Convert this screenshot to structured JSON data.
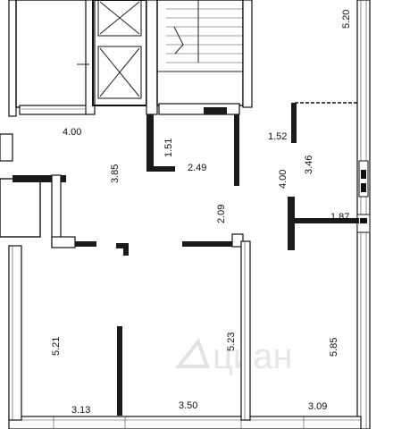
{
  "plan": {
    "dimensions": {
      "d_400_left": "4.00",
      "d_151": "1.51",
      "d_385": "3.85",
      "d_249": "2.49",
      "d_209": "2.09",
      "d_152": "1.52",
      "d_400_right": "4.00",
      "d_346": "3.46",
      "d_187": "1.87",
      "d_520": "5.20",
      "d_521": "5.21",
      "d_523": "5.23",
      "d_585": "5.85",
      "d_313": "3.13",
      "d_350": "3.50",
      "d_309": "3.09"
    },
    "watermark_text": "циан"
  }
}
